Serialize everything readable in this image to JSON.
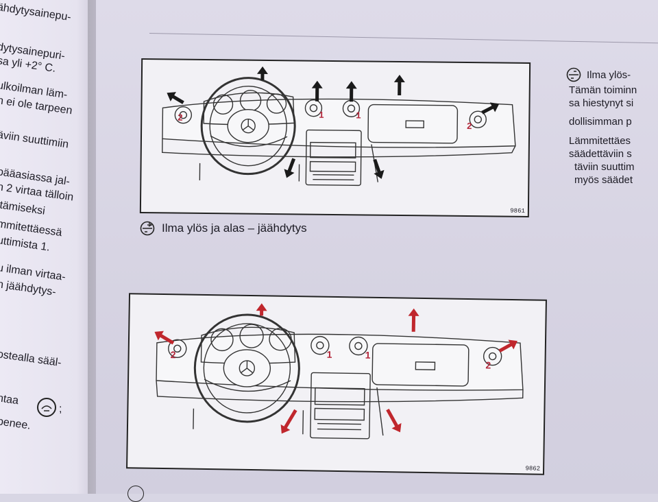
{
  "left_page": {
    "lines": [
      "ähdytysainepu-",
      "dytysainepuri-",
      "sa yli +2° C.",
      "ulkoilman läm-",
      "n ei ole tarpeen",
      "äviin suuttimiin",
      "pääasiassa jal-",
      "n 2 virtaa tälloin",
      "itämiseksi",
      "mmitettäessä",
      "uttimista 1.",
      "u ilman virtaa-",
      "n jäähdytys-",
      "ostealla sääl-",
      "ntaa",
      "penee."
    ],
    "tail_glyph": ";"
  },
  "figure_top": {
    "number": "9861",
    "labels": {
      "outer_left": "2",
      "center_left": "1",
      "center_right": "1",
      "outer_right": "2"
    },
    "arrow_color": "#1a1a1a"
  },
  "caption_top": {
    "text": "Ilma ylös ja alas – jäähdytys"
  },
  "figure_bottom": {
    "number": "9862",
    "labels": {
      "outer_left": "2",
      "center_left": "1",
      "center_right": "1",
      "outer_right": "2"
    },
    "arrow_color": "#c0272d"
  },
  "label_color": "#b3263a",
  "right_column": {
    "lines": [
      "Ilma ylös-",
      "Tämän toiminn",
      "sa hiestynyt si",
      "dollisimman p",
      "Lämmitettäes",
      "säädettäviin s",
      "täviin suuttim",
      "myös säädet"
    ]
  }
}
